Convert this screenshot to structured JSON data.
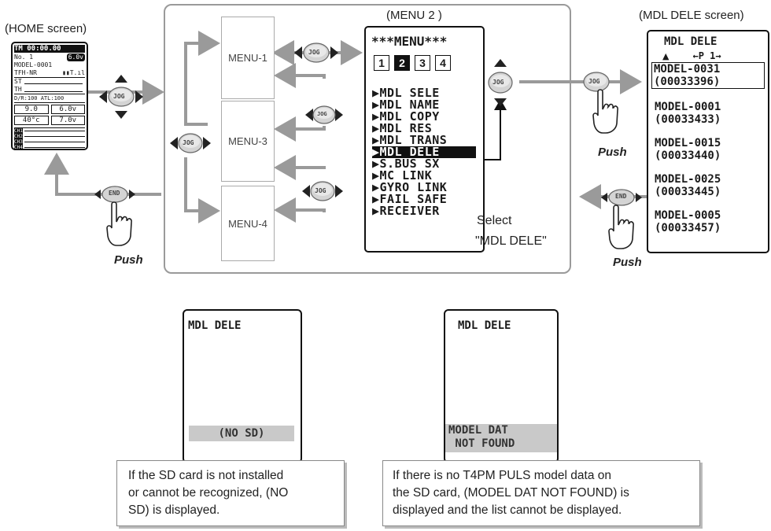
{
  "labels": {
    "home_screen": "(HOME screen)",
    "menu2": "(MENU 2 )",
    "mdl_dele_screen": "(MDL DELE screen)",
    "select_line1": "Select",
    "select_line2": "\"MDL DELE\"",
    "push": "Push",
    "jog": "JOG",
    "end": "END"
  },
  "menu_boxes": [
    "MENU-1",
    "MENU-3",
    "MENU-4"
  ],
  "menu2_screen": {
    "title": "***MENU***",
    "pages": [
      "1",
      "2",
      "3",
      "4"
    ],
    "active_page": "2",
    "items": [
      "MDL SELE",
      "MDL NAME",
      "MDL COPY",
      "MDL RES",
      "MDL TRANS",
      "MDL DELE",
      "S.BUS SX",
      "MC LINK",
      "GYRO LINK",
      "FAIL SAFE",
      "RECEIVER"
    ],
    "selected_item": "MDL DELE"
  },
  "mdl_dele_screen": {
    "title": "MDL DELE",
    "page_indicator": "←P 1→",
    "models": [
      {
        "name": "MODEL-0031",
        "code": "(00033396)"
      },
      {
        "name": "MODEL-0001",
        "code": "(00033433)"
      },
      {
        "name": "MODEL-0015",
        "code": "(00033440)"
      },
      {
        "name": "MODEL-0025",
        "code": "(00033445)"
      },
      {
        "name": "MODEL-0005",
        "code": "(00033457)"
      }
    ]
  },
  "home_screen": {
    "timer": "TM 00:00.00",
    "model_no": "No. 1",
    "model_name": "MODEL-0001",
    "voltage_top": "6.0v",
    "system": "TFH-NR",
    "st_label": "ST",
    "th_label": "TH",
    "dr_atl": "D/R:100 ATL:100",
    "val1": "9.0",
    "val2": "6.0v",
    "temp": "40°c",
    "val3": "7.0v",
    "ch_labels": [
      "CH1",
      "CH2",
      "CH3",
      "CH4"
    ]
  },
  "no_sd_screen": {
    "title": "MDL DELE",
    "message": "(NO SD)"
  },
  "not_found_screen": {
    "title": "MDL DELE",
    "message_line1": "MODEL DAT",
    "message_line2": " NOT FOUND"
  },
  "callouts": {
    "no_sd": [
      "If the SD card is not installed",
      "or cannot be recognized, (NO",
      "SD) is displayed."
    ],
    "not_found": [
      "If there is no T4PM PULS model data on",
      "the SD card, (MODEL DAT NOT FOUND) is",
      "displayed and the list cannot be displayed."
    ]
  },
  "colors": {
    "arrow_gray": "#9a9a9a",
    "lcd_black": "#111111",
    "bar_gray": "#c9c9c9"
  }
}
